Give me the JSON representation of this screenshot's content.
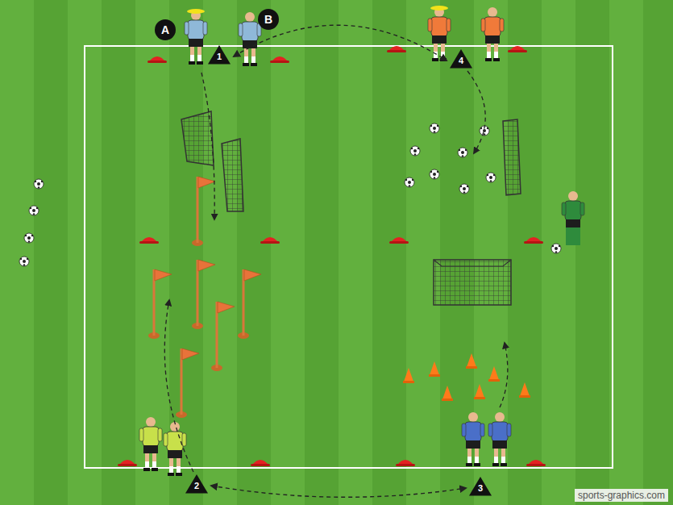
{
  "diagram": {
    "nodes": [
      {
        "text": [
          "A"
        ]
      },
      {
        "text": [
          "1"
        ]
      },
      {
        "text": [
          "B"
        ]
      },
      {
        "text": [
          "4"
        ]
      },
      {
        "text": [
          "2"
        ]
      },
      {
        "text": [
          "3"
        ]
      }
    ],
    "edges": [
      {
        "from": 1,
        "to": 3,
        "arrow": "both"
      },
      {
        "from": 4,
        "to": 5,
        "arrow": "both"
      }
    ],
    "labels": [
      "sports-graphics.com"
    ]
  }
}
